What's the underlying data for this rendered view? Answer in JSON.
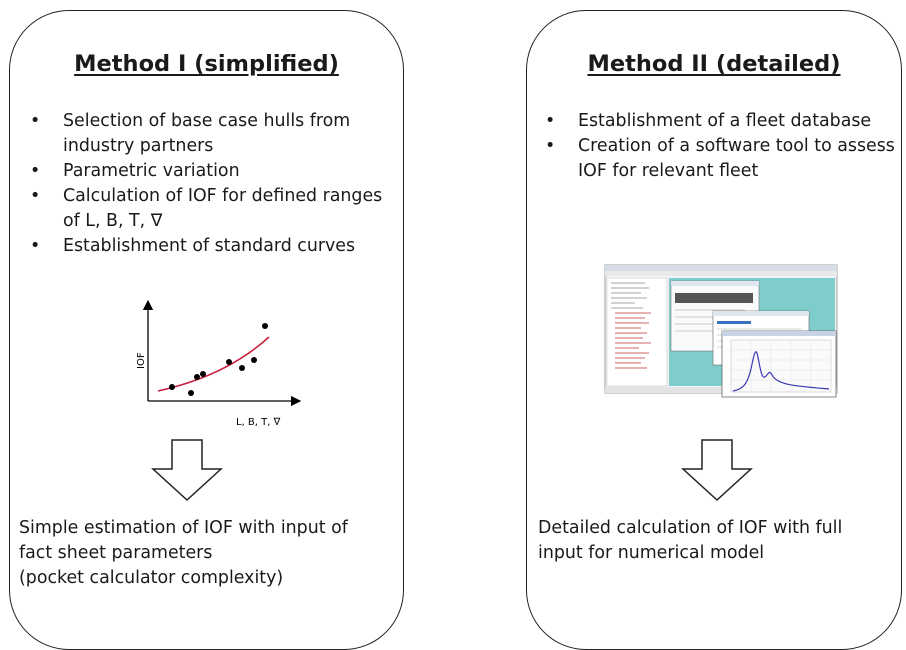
{
  "method1": {
    "title": "Method I (simplified)",
    "bullets": [
      "Selection of base case hulls from industry partners",
      "Parametric variation",
      "Calculation of IOF for defined ranges of L, B, T, ∇",
      "Establishment of standard curves"
    ],
    "plot": {
      "ylabel": "IOF",
      "xlabel": "L, B, T, ∇"
    },
    "result_lines": [
      "Simple estimation of IOF with input of",
      "fact sheet parameters",
      "(pocket calculator complexity)"
    ]
  },
  "method2": {
    "title": "Method II (detailed)",
    "bullets": [
      "Establishment of a fleet database",
      "Creation of a software tool to assess IOF for relevant fleet"
    ],
    "result_lines": [
      "Detailed calculation of IOF with full",
      "input for numerical model"
    ]
  },
  "colors": {
    "curve": "#c8203c",
    "screenshot_bg": "#7ecccc",
    "border": "#222222"
  }
}
